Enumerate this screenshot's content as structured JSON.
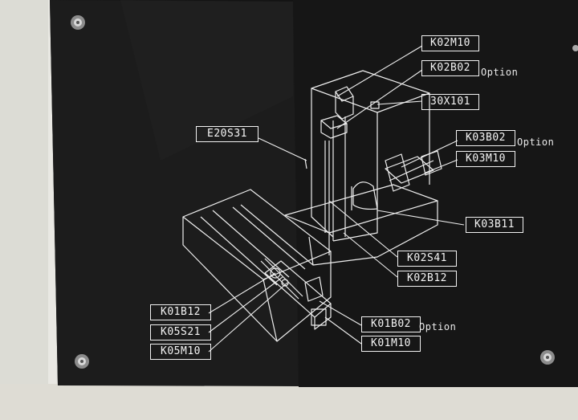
{
  "plate": {
    "colors": {
      "wall": "#e9e8e3",
      "plate": "#141414",
      "line_art": "#f0f0f0"
    }
  },
  "parts": [
    {
      "id": "K02M10",
      "label": "K02M10",
      "option": ""
    },
    {
      "id": "K02B02",
      "label": "K02B02",
      "option": "Option"
    },
    {
      "id": "30X101",
      "label": "30X101",
      "option": ""
    },
    {
      "id": "E20S31",
      "label": "E20S31",
      "option": ""
    },
    {
      "id": "K03B02",
      "label": "K03B02",
      "option": "Option"
    },
    {
      "id": "K03M10",
      "label": "K03M10",
      "option": ""
    },
    {
      "id": "K03B11",
      "label": "K03B11",
      "option": ""
    },
    {
      "id": "K02S41",
      "label": "K02S41",
      "option": ""
    },
    {
      "id": "K02B12",
      "label": "K02B12",
      "option": ""
    },
    {
      "id": "K01B12",
      "label": "K01B12",
      "option": ""
    },
    {
      "id": "K05S21",
      "label": "K05S21",
      "option": ""
    },
    {
      "id": "K05M10",
      "label": "K05M10",
      "option": ""
    },
    {
      "id": "K01B02",
      "label": "K01B02",
      "option": "Option"
    },
    {
      "id": "K01M10",
      "label": "K01M10",
      "option": ""
    }
  ]
}
